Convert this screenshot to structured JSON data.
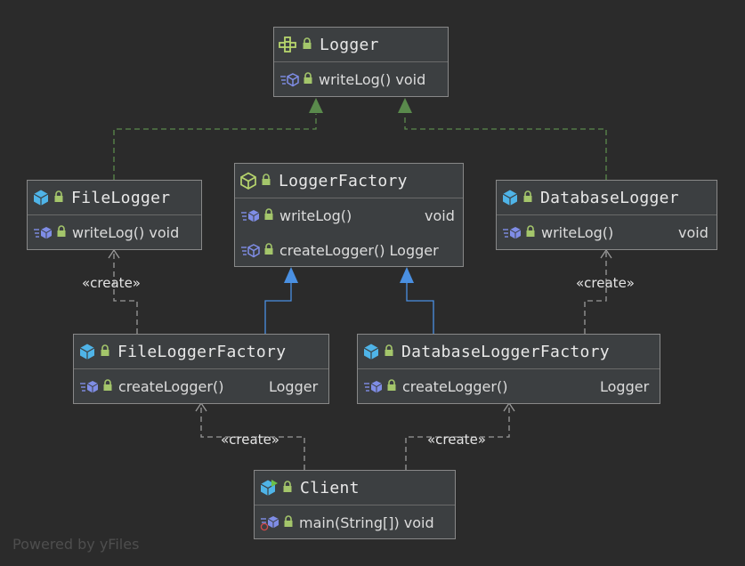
{
  "nodes": {
    "logger": {
      "title": "Logger",
      "kind": "interface",
      "rows": [
        {
          "sig": "writeLog() void",
          "ret": ""
        }
      ]
    },
    "logger_factory": {
      "title": "LoggerFactory",
      "kind": "interface",
      "rows": [
        {
          "sig": "writeLog()",
          "ret": "void"
        },
        {
          "sig": "createLogger() Logger",
          "ret": ""
        }
      ]
    },
    "file_logger": {
      "title": "FileLogger",
      "kind": "class",
      "rows": [
        {
          "sig": "writeLog() void",
          "ret": ""
        }
      ]
    },
    "database_logger": {
      "title": "DatabaseLogger",
      "kind": "class",
      "rows": [
        {
          "sig": "writeLog()",
          "ret": "void"
        }
      ]
    },
    "file_logger_factory": {
      "title": "FileLoggerFactory",
      "kind": "class",
      "rows": [
        {
          "sig": "createLogger()",
          "ret": "Logger"
        }
      ]
    },
    "database_logger_factory": {
      "title": "DatabaseLoggerFactory",
      "kind": "class",
      "rows": [
        {
          "sig": "createLogger()",
          "ret": "Logger"
        }
      ]
    },
    "client": {
      "title": "Client",
      "kind": "main-class",
      "rows": [
        {
          "sig": "main(String[]) void",
          "ret": ""
        }
      ]
    }
  },
  "edge_labels": {
    "create_file_logger": "«create»",
    "create_database_logger": "«create»",
    "create_file_logger_factory": "«create»",
    "create_database_logger_factory": "«create»"
  },
  "colors": {
    "background": "#2b2b2b",
    "node_fill": "#3c3f41",
    "realization_edge": "#5a8a4c",
    "inheritance_edge": "#4a90e2",
    "dependency_edge": "#9a9a9a",
    "class_icon": "#4fb4e8",
    "interface_icon": "#b7d56d",
    "lock_icon": "#a4c66b",
    "method_icon": "#7f8de6"
  },
  "footer": "Powered by yFiles"
}
